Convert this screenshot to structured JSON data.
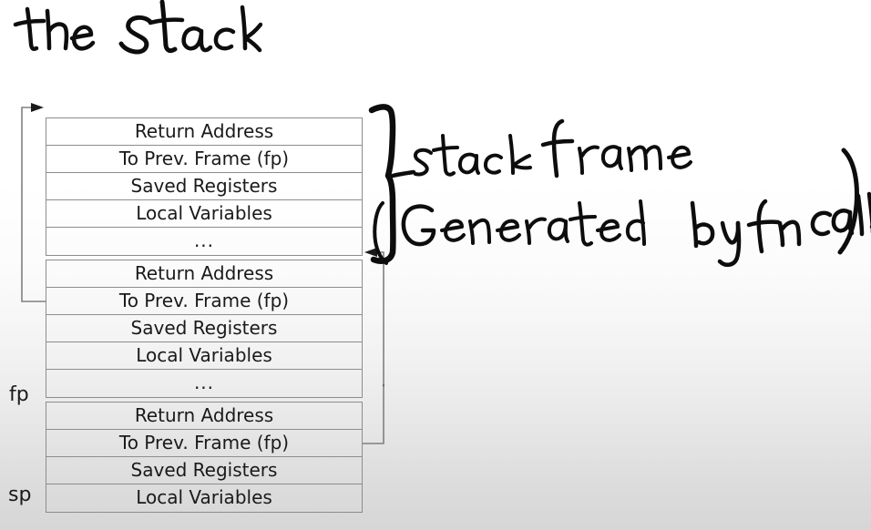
{
  "slide": {
    "title": "the stack",
    "background_top": "#ffffff",
    "background_bottom": "#d6d6d6",
    "ink_color": "#0d0d0d",
    "box_border_color": "#8d8d8d",
    "text_color": "#1a1a1a"
  },
  "diagram": {
    "kind": "stack-frames",
    "frames": [
      {
        "name": "stack-frame-top",
        "rows": [
          "Return Address",
          "To Prev. Frame (fp)",
          "Saved Registers",
          "Local Variables",
          "..."
        ]
      },
      {
        "name": "stack-frame-middle",
        "rows": [
          "Return Address",
          "To Prev. Frame (fp)",
          "Saved Registers",
          "Local Variables",
          "..."
        ]
      },
      {
        "name": "stack-frame-bottom",
        "rows": [
          "Return Address",
          "To Prev. Frame (fp)",
          "Saved Registers",
          "Local Variables"
        ]
      }
    ],
    "registers": [
      {
        "label": "fp",
        "points_to": "stack-frame-middle-bottom"
      },
      {
        "label": "sp",
        "points_to": "stack-frame-bottom-local-variables"
      }
    ],
    "links": [
      {
        "name": "fp-chain-middle-to-top",
        "from": "stack-frame-middle.To Prev. Frame (fp)",
        "to": "stack-frame-top.top"
      },
      {
        "name": "fp-chain-bottom-to-middle",
        "from": "stack-frame-bottom.To Prev. Frame (fp)",
        "to": "stack-frame-middle.top"
      }
    ]
  },
  "annotation": {
    "brace": "right-curly-brace",
    "line1": "stack frame",
    "line2": "(Generated by fn calls)",
    "covers": "stack-frame-top"
  }
}
